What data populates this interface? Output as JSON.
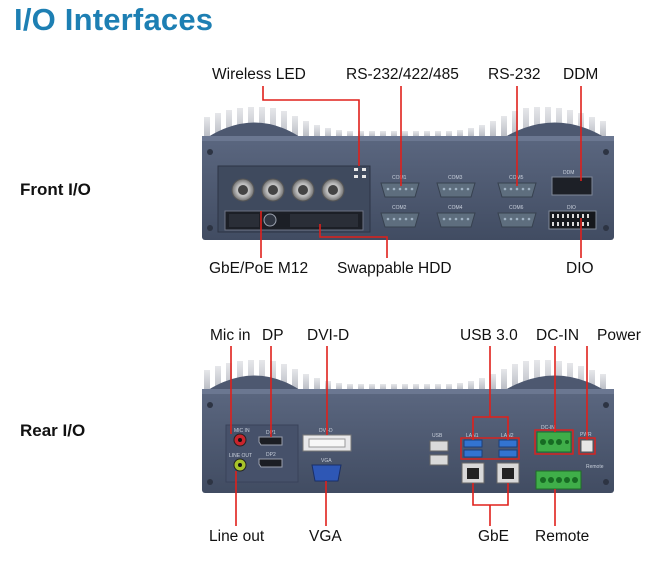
{
  "title": "I/O Interfaces",
  "front": {
    "section_label": "Front I/O",
    "callouts": {
      "wireless_led": "Wireless LED",
      "rs_multi": "RS-232/422/485",
      "rs232": "RS-232",
      "ddm": "DDM",
      "gbe_poe": "GbE/PoE M12",
      "hdd": "Swappable HDD",
      "dio": "DIO"
    },
    "silk": {
      "com1": "COM1",
      "com3": "COM3",
      "com5": "COM5",
      "com2": "COM2",
      "com4": "COM4",
      "com6": "COM6",
      "ddm": "DDM",
      "dio": "DIO"
    }
  },
  "rear": {
    "section_label": "Rear I/O",
    "callouts": {
      "mic_in": "Mic in",
      "dp": "DP",
      "dvi_d": "DVI-D",
      "usb3": "USB 3.0",
      "dc_in": "DC-IN",
      "power": "Power",
      "line_out": "Line out",
      "vga": "VGA",
      "gbe": "GbE",
      "remote": "Remote"
    },
    "silk": {
      "mic_in": "MIC IN",
      "line_out": "LINE OUT",
      "dp1": "DP1",
      "dp2": "DP2",
      "dvi_d": "DVI-D",
      "vga": "VGA",
      "usb": "USB",
      "lan1": "LAN1",
      "lan2": "LAN2",
      "dc_in": "DC-IN",
      "power": "PWR",
      "remote": "Remote"
    }
  },
  "colors": {
    "title": "#1d7fb3",
    "panel": "#4a566e",
    "panel_dark": "#3b4558",
    "leader": "#e0201b",
    "green_terminal": "#3fae49"
  }
}
